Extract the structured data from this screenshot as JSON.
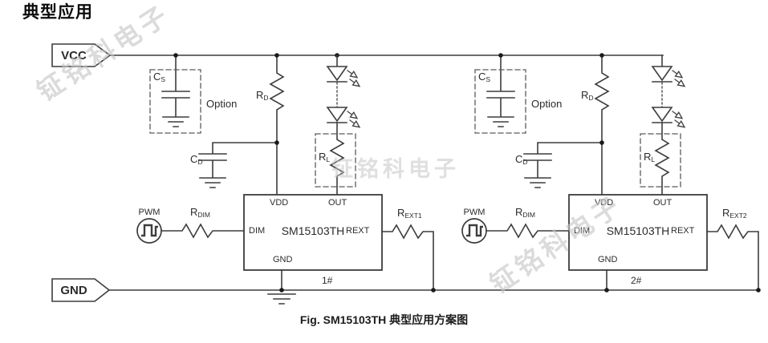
{
  "page": {
    "title": "典型应用",
    "caption": "Fig. SM15103TH 典型应用方案图",
    "watermark": "钲铭科电子"
  },
  "rails": {
    "vcc": "VCC",
    "gnd": "GND"
  },
  "ic": {
    "name": "SM15103TH",
    "pins": {
      "vdd": "VDD",
      "out": "OUT",
      "dim": "DIM",
      "rext": "REXT",
      "gnd": "GND"
    }
  },
  "components": {
    "cs": {
      "base": "C",
      "sub": "S"
    },
    "cd": {
      "base": "C",
      "sub": "D"
    },
    "rd": {
      "base": "R",
      "sub": "D"
    },
    "rl": {
      "base": "R",
      "sub": "L"
    },
    "rdim": {
      "base": "R",
      "sub": "DIM"
    },
    "rext1": {
      "base": "R",
      "sub": "EXT1"
    },
    "rext2": {
      "base": "R",
      "sub": "EXT2"
    },
    "option": "Option",
    "pwm": "PWM"
  },
  "instances": {
    "first": "1#",
    "second": "2#"
  }
}
